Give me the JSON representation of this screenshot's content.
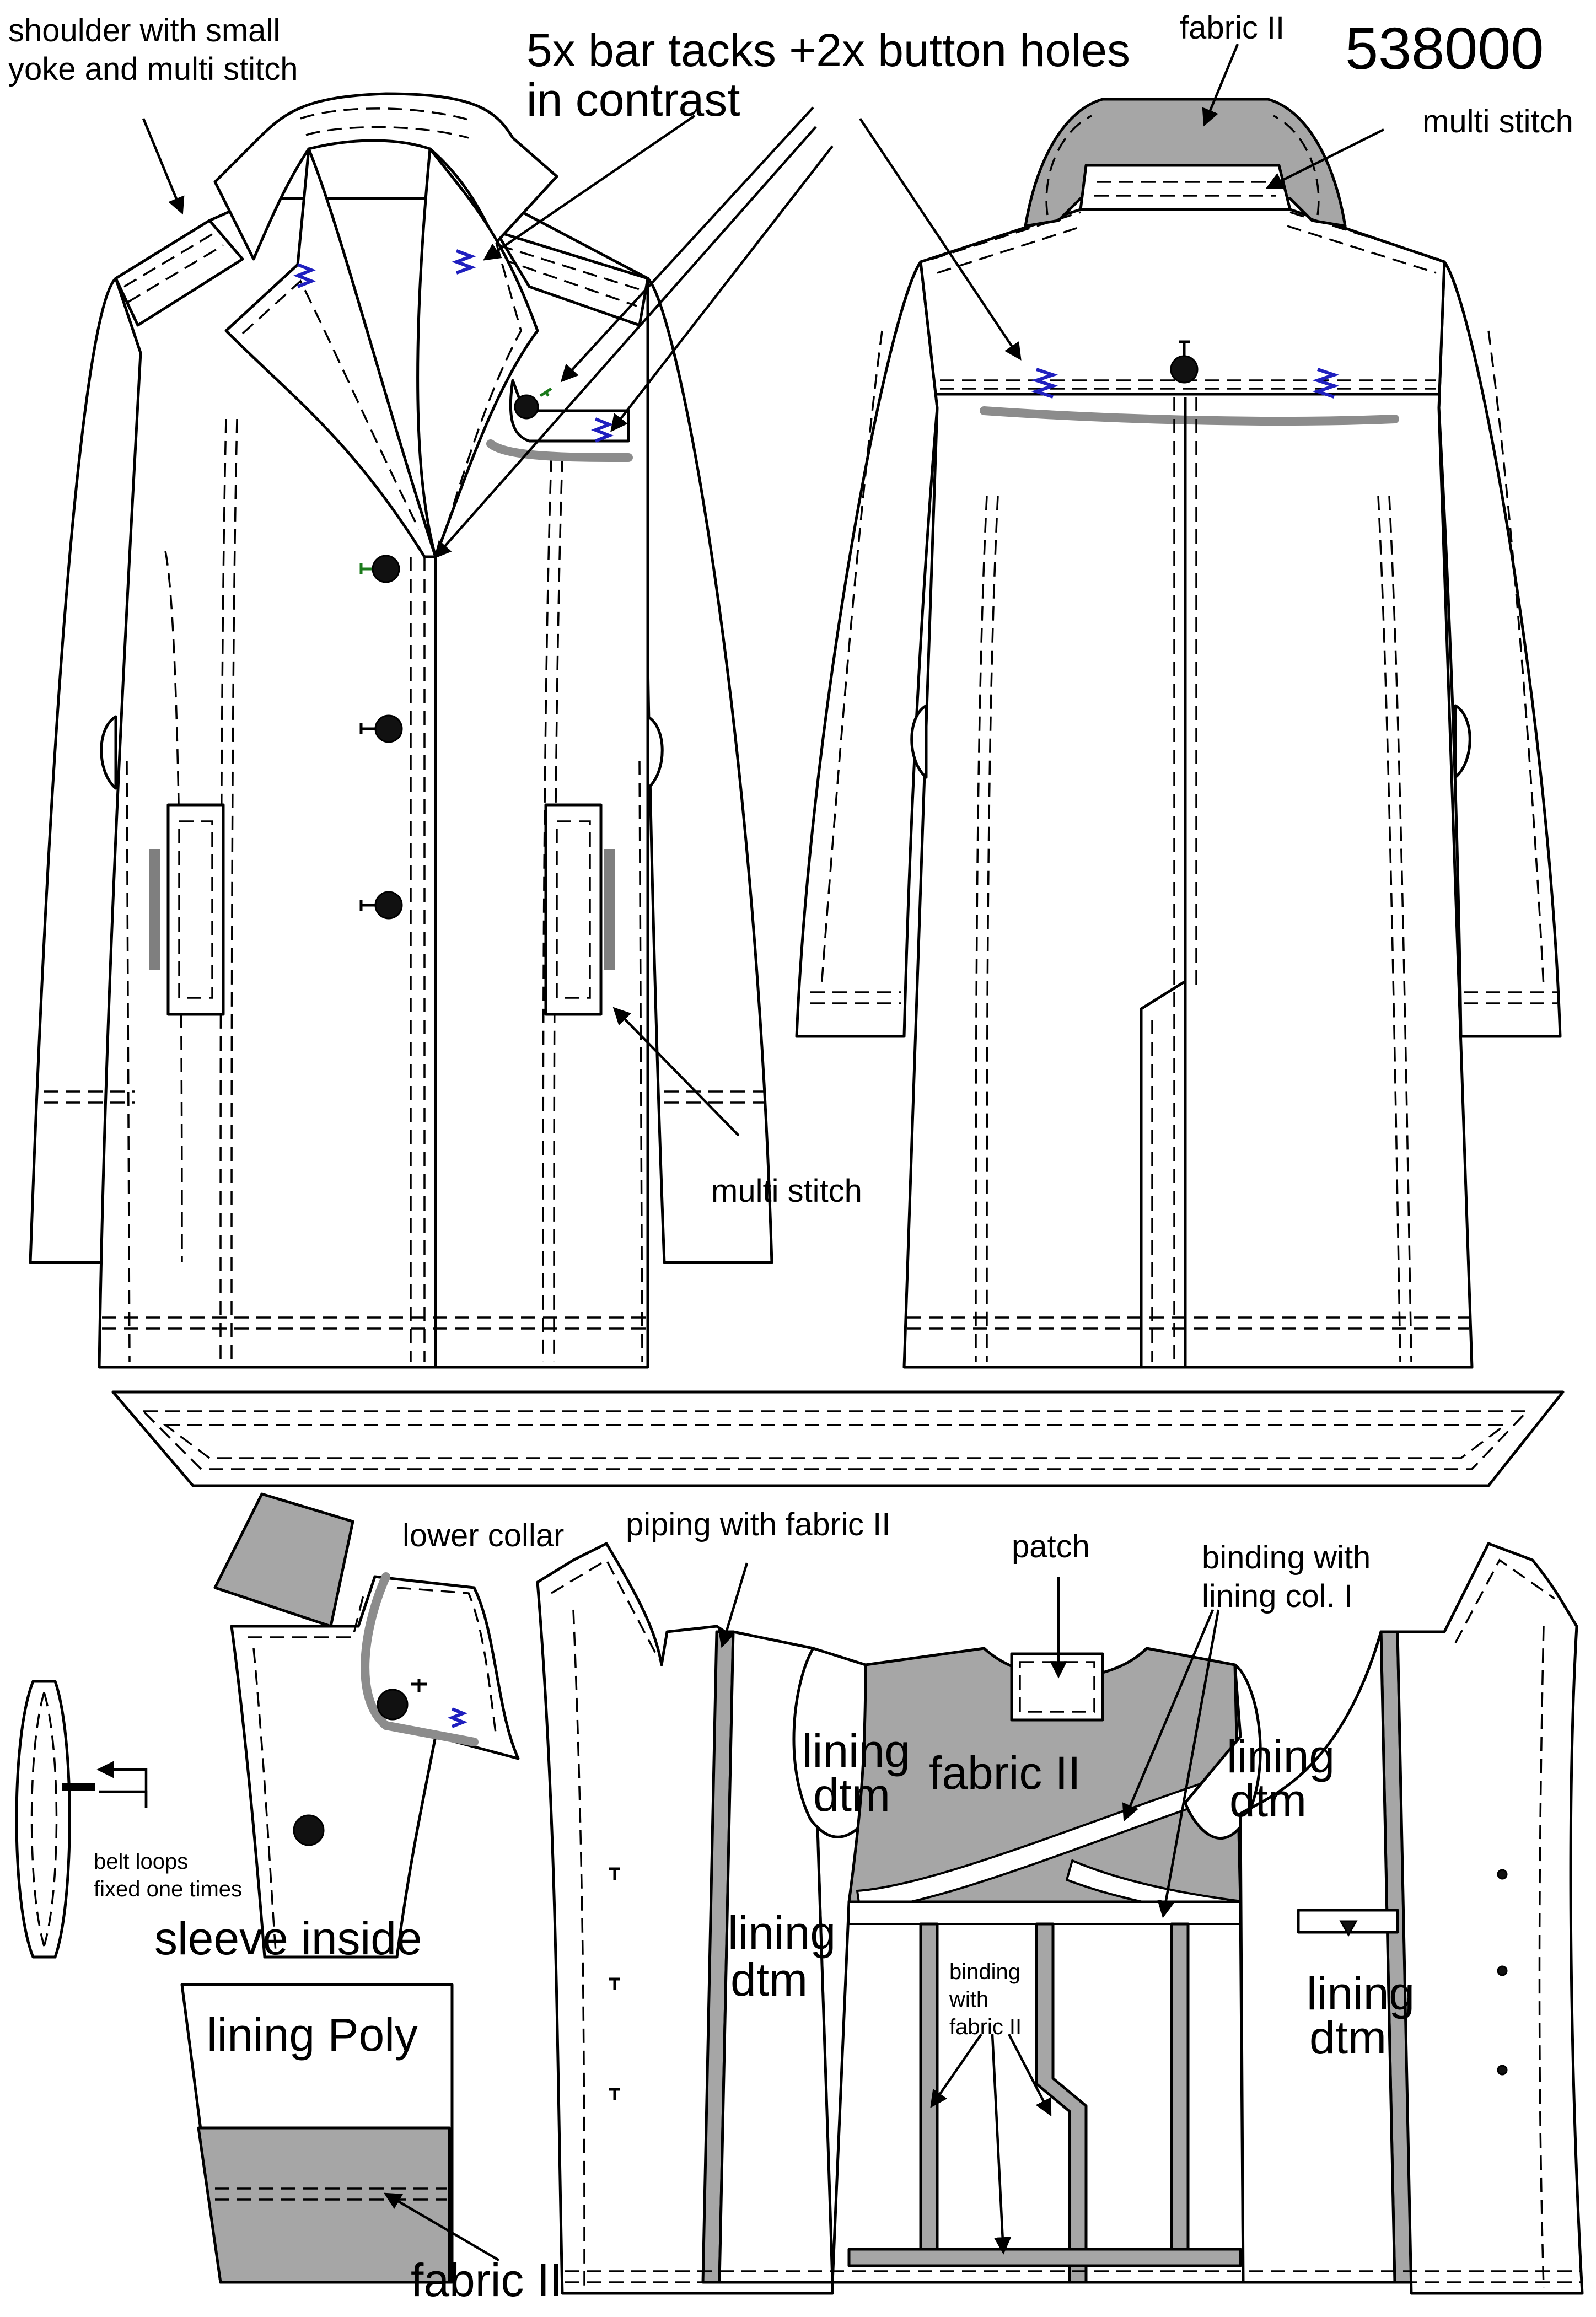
{
  "style_number": "538000",
  "labels": {
    "shoulder_line1": "shoulder with small",
    "shoulder_line2": "yoke and multi stitch",
    "bartacks_line1": "5x bar tacks +2x button holes",
    "bartacks_line2": "in contrast",
    "fabric_ii_top": "fabric II",
    "multi_stitch_back": "multi stitch",
    "multi_stitch_front": "multi stitch",
    "lower_collar": "lower collar",
    "piping": "piping with fabric II",
    "patch": "patch",
    "binding_lining_line1": "binding with",
    "binding_lining_line2": "lining col. I",
    "lining_dtm_left_top_1": "lining",
    "lining_dtm_left_top_2": "dtm",
    "fabric_ii_center": "fabric II",
    "lining_dtm_right_top_1": "lining",
    "lining_dtm_right_top_2": "dtm",
    "lining_dtm_left_1": "lining",
    "lining_dtm_left_2": "dtm",
    "binding_fabric_1": "binding",
    "binding_fabric_2": "with",
    "binding_fabric_3": "fabric II",
    "lining_dtm_right_1": "lining",
    "lining_dtm_right_2": "dtm",
    "belt_loops_1": "belt loops",
    "belt_loops_2": "fixed one times",
    "sleeve_inside": "sleeve inside",
    "lining_poly": "lining Poly",
    "fabric_ii_sleeve": "fabric II"
  },
  "colors": {
    "outline": "#000000",
    "fabric_ii_fill": "#a6a6a6",
    "bar_tack_contrast": "#1f1fbf",
    "buttonhole_thread": "#1a7a1a",
    "button": "#111111",
    "binding_stripe": "#8c8c8c"
  },
  "icons": [
    "button-icon",
    "bar-tack-icon",
    "buttonhole-icon",
    "arrow-icon"
  ]
}
